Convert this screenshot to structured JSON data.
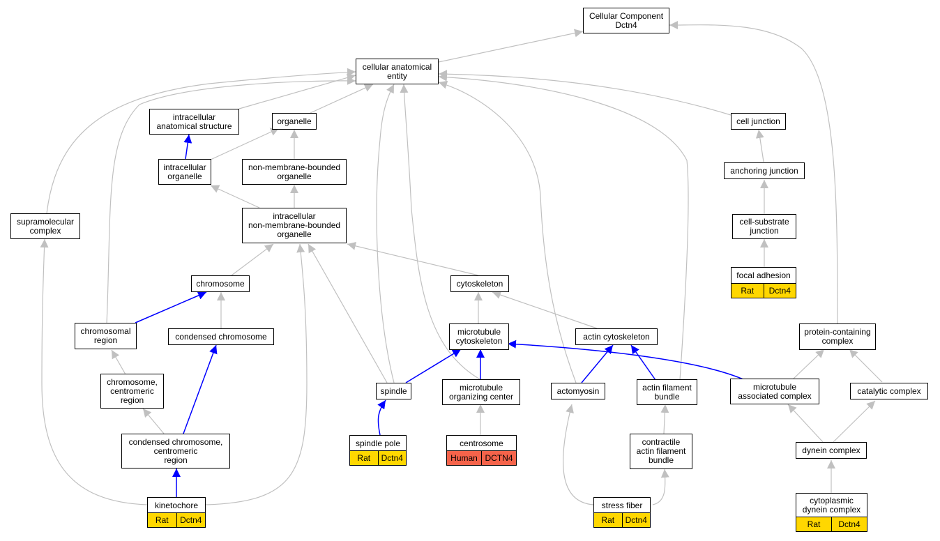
{
  "nodes": {
    "cc_root": "Cellular Component\nDctn4",
    "cae": "cellular anatomical\nentity",
    "ias": "intracellular\nanatomical structure",
    "organelle": "organelle",
    "cell_junction": "cell junction",
    "intra_org": "intracellular\norganelle",
    "nmbo": "non-membrane-bounded\norganelle",
    "anch_junction": "anchoring junction",
    "supramol": "supramolecular\ncomplex",
    "inmbo": "intracellular\nnon-membrane-bounded\norganelle",
    "cs_junction": "cell-substrate\njunction",
    "focal_adh": "focal adhesion",
    "chromosome": "chromosome",
    "cytoskeleton": "cytoskeleton",
    "chrom_region": "chromosomal\nregion",
    "cond_chrom": "condensed chromosome",
    "mt_cyto": "microtubule\ncytoskeleton",
    "actin_cyto": "actin cytoskeleton",
    "prot_complex": "protein-containing\ncomplex",
    "centromeric": "chromosome,\ncentromeric\nregion",
    "spindle": "spindle",
    "mtoc": "microtubule\norganizing center",
    "actomyosin": "actomyosin",
    "afb": "actin filament\nbundle",
    "mt_assoc": "microtubule\nassociated complex",
    "catalytic": "catalytic complex",
    "cond_centro": "condensed chromosome,\ncentromeric\nregion",
    "spindle_pole": "spindle pole",
    "centrosome": "centrosome",
    "cafb": "contractile\nactin filament\nbundle",
    "dynein": "dynein complex",
    "kinetochore": "kinetochore",
    "stress_fiber": "stress fiber",
    "cyto_dynein": "cytoplasmic\ndynein complex"
  },
  "annotations": {
    "focal_adh": [
      "Rat",
      "Dctn4"
    ],
    "spindle_pole": [
      "Rat",
      "Dctn4"
    ],
    "centrosome": [
      "Human",
      "DCTN4"
    ],
    "kinetochore": [
      "Rat",
      "Dctn4"
    ],
    "stress_fiber": [
      "Rat",
      "Dctn4"
    ],
    "cyto_dynein": [
      "Rat",
      "Dctn4"
    ]
  },
  "edge_colors": {
    "is_a": "#c0c0c0",
    "part_of": "#0000ff"
  },
  "tag_colors": {
    "Rat": "#ffd700",
    "Human": "#f5634a"
  }
}
